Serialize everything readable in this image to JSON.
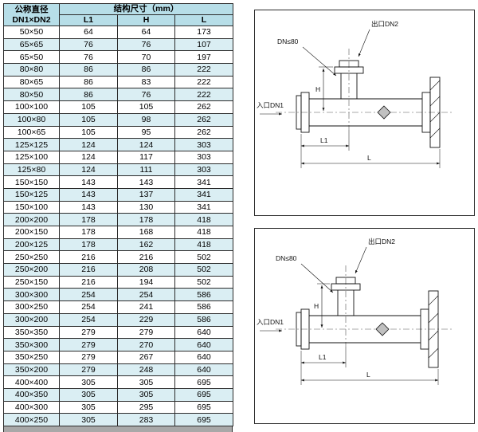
{
  "colors": {
    "header_bg": "#b7dee8",
    "alt_row_bg": "#daeef3"
  },
  "table": {
    "header": {
      "diameter_title": "公称直径",
      "diameter_sub": "DN1×DN2",
      "dims_group": "结构尺寸（mm）",
      "columns": [
        "L1",
        "H",
        "L"
      ]
    },
    "rows": [
      [
        "50×50",
        "64",
        "64",
        "173"
      ],
      [
        "65×65",
        "76",
        "76",
        "107"
      ],
      [
        "65×50",
        "76",
        "70",
        "197"
      ],
      [
        "80×80",
        "86",
        "86",
        "222"
      ],
      [
        "80×65",
        "86",
        "83",
        "222"
      ],
      [
        "80×50",
        "86",
        "76",
        "222"
      ],
      [
        "100×100",
        "105",
        "105",
        "262"
      ],
      [
        "100×80",
        "105",
        "98",
        "262"
      ],
      [
        "100×65",
        "105",
        "95",
        "262"
      ],
      [
        "125×125",
        "124",
        "124",
        "303"
      ],
      [
        "125×100",
        "124",
        "117",
        "303"
      ],
      [
        "125×80",
        "124",
        "111",
        "303"
      ],
      [
        "150×150",
        "143",
        "143",
        "341"
      ],
      [
        "150×125",
        "143",
        "137",
        "341"
      ],
      [
        "150×100",
        "143",
        "130",
        "341"
      ],
      [
        "200×200",
        "178",
        "178",
        "418"
      ],
      [
        "200×150",
        "178",
        "168",
        "418"
      ],
      [
        "200×125",
        "178",
        "162",
        "418"
      ],
      [
        "250×250",
        "216",
        "216",
        "502"
      ],
      [
        "250×200",
        "216",
        "208",
        "502"
      ],
      [
        "250×150",
        "216",
        "194",
        "502"
      ],
      [
        "300×300",
        "254",
        "254",
        "586"
      ],
      [
        "300×250",
        "254",
        "241",
        "586"
      ],
      [
        "300×200",
        "254",
        "229",
        "586"
      ],
      [
        "350×350",
        "279",
        "279",
        "640"
      ],
      [
        "350×300",
        "279",
        "270",
        "640"
      ],
      [
        "350×250",
        "279",
        "267",
        "640"
      ],
      [
        "350×200",
        "279",
        "248",
        "640"
      ],
      [
        "400×400",
        "305",
        "305",
        "695"
      ],
      [
        "400×350",
        "305",
        "305",
        "695"
      ],
      [
        "400×300",
        "305",
        "295",
        "695"
      ],
      [
        "400×250",
        "305",
        "283",
        "695"
      ]
    ]
  },
  "drawing_top": {
    "dn_note": "DN≤80",
    "outlet_label": "出口DN2",
    "inlet_label": "入口DN1",
    "dim_l1": "L1",
    "dim_h": "H",
    "dim_l": "L"
  },
  "drawing_bottom": {
    "dn_note": "DN≤80",
    "outlet_label": "出口DN2",
    "inlet_label": "入口DN1",
    "dim_l1": "L1",
    "dim_h": "H",
    "dim_l": "L"
  }
}
